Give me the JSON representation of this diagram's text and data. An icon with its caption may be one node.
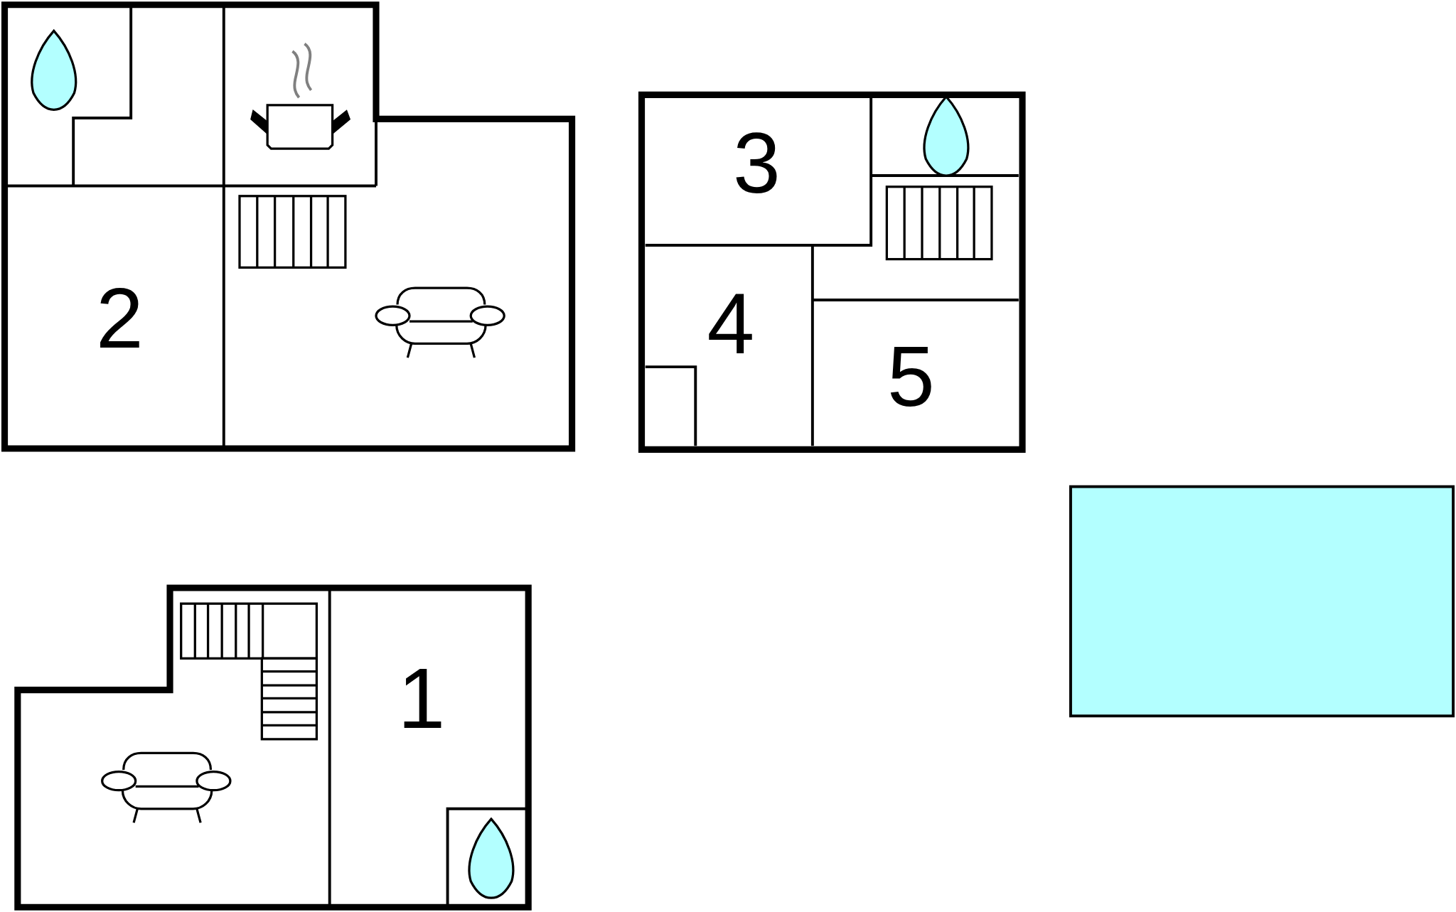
{
  "diagram": {
    "labels": [
      "2",
      "3",
      "4",
      "5",
      "1"
    ]
  }
}
